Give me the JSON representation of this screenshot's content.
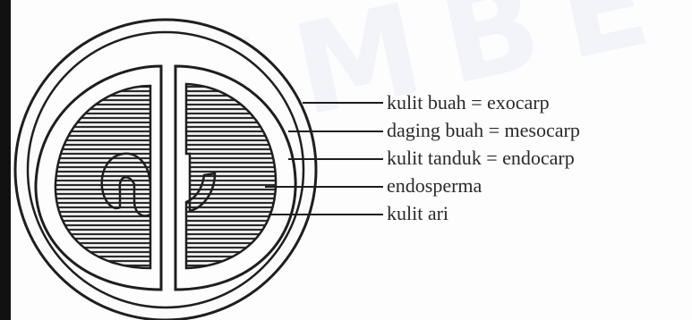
{
  "watermark": "SMBE",
  "labels": [
    "kulit buah = exocarp",
    "daging buah = mesocarp",
    "kulit tanduk = endocarp",
    "endosperma",
    "kulit ari"
  ],
  "colors": {
    "ink": "#1e1e1e",
    "paper": "#fdfdfd",
    "hatch": "#2b2b2b"
  }
}
